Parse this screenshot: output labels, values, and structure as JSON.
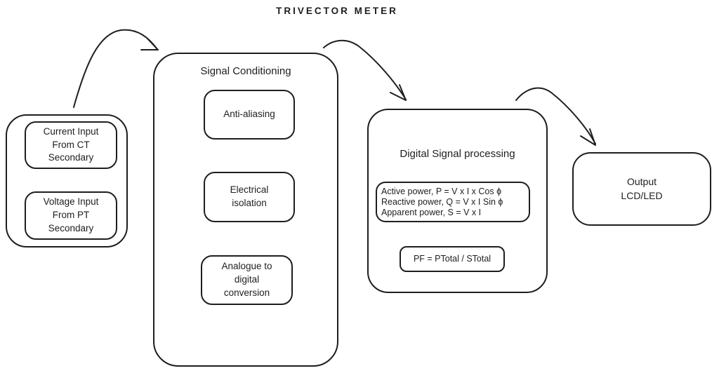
{
  "title": "TRIVECTOR METER",
  "colors": {
    "stroke": "#1e1e1e",
    "background": "#ffffff"
  },
  "input_group": {
    "current_input": "Current Input\nFrom CT\nSecondary",
    "voltage_input": "Voltage Input\nFrom PT\nSecondary"
  },
  "signal_conditioning": {
    "title": "Signal Conditioning",
    "steps": [
      "Anti-aliasing",
      "Electrical\nisolation",
      "Analogue to\ndigital\nconversion"
    ]
  },
  "dsp": {
    "title": "Digital Signal processing",
    "formulas": [
      "Active power, P = V x I x Cos ɸ",
      "Reactive power, Q = V x I  Sin ɸ",
      "Apparent power, S = V x I"
    ],
    "pf_formula": "PF = PTotal / STotal"
  },
  "output": {
    "label": "Output\nLCD/LED"
  }
}
